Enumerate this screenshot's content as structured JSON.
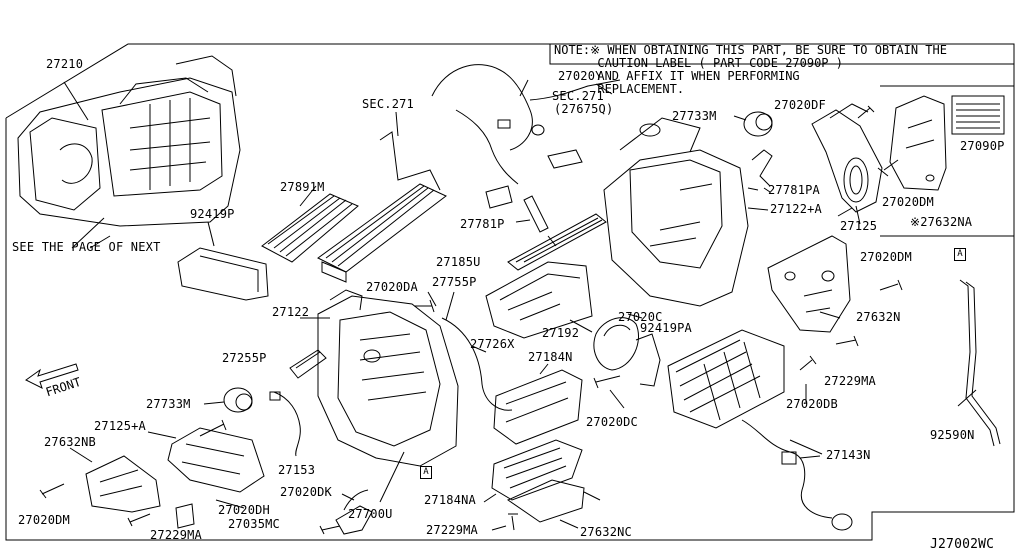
{
  "note": "NOTE:※ WHEN OBTAINING THIS PART, BE SURE TO OBTAIN THE\n      CAUTION LABEL ( PART CODE 27090P )\n      AND AFFIX IT WHEN PERFORMING\n      REPLACEMENT.",
  "diagram_code": "J27002WC",
  "front_label": "FRONT",
  "see_next": "SEE THE PAGE OF NEXT",
  "ref_marker": "A",
  "parts": {
    "p27210": "27210",
    "sec271a": "SEC.271",
    "sec271b": "SEC.271",
    "sec271b_sub": "(27675Q)",
    "p27020Y": "27020Y",
    "p27733M_top": "27733M",
    "p27020DF": "27020DF",
    "p27090P": "27090P",
    "p27891M": "27891M",
    "p92419P": "92419P",
    "p27781P": "27781P",
    "p27781PA": "27781PA",
    "p27122A": "27122+A",
    "p27020DM_top": "27020DM",
    "p27125": "27125",
    "p27632NA": "※27632NA",
    "p27185U": "27185U",
    "p27020DM_mid": "27020DM",
    "p27020DA": "27020DA",
    "p27755P": "27755P",
    "p27122": "27122",
    "p27192": "27192",
    "p27020C": "27020C",
    "p92419PA": "92419PA",
    "p27632N": "27632N",
    "p27255P": "27255P",
    "p27726X": "27726X",
    "p27184N": "27184N",
    "p27229MA_r": "27229MA",
    "p27733M_low": "27733M",
    "p27020DC": "27020DC",
    "p27020DB": "27020DB",
    "p27125A": "27125+A",
    "p27632NB": "27632NB",
    "p27153": "27153",
    "p27143N": "27143N",
    "p92590N": "92590N",
    "p27020DK": "27020DK",
    "p27020DH": "27020DH",
    "p27184NA": "27184NA",
    "p27020DM_low": "27020DM",
    "p27035MC": "27035MC",
    "p27700U": "27700U",
    "p27229MA_low": "27229MA",
    "p27229MA_bot": "27229MA",
    "p27632NC": "27632NC"
  }
}
